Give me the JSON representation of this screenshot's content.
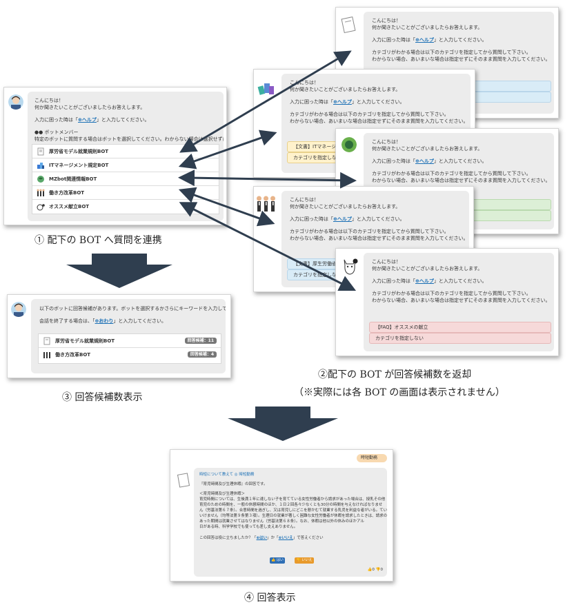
{
  "bot": {
    "greeting": "こんにちは！",
    "ask": "何か聞きたいことがございましたらお答えします。",
    "help_pre": "入力に困った時は「",
    "help_link": "⊕ヘルプ",
    "help_post": "」と入力してください。",
    "category_line1": "カテゴリがわかる場合は以下のカテゴリを指定してから質問して下さい。",
    "category_line2": "わからない場合、あいまいな場合は指定せずにそのまま質問を入力してください。",
    "members_label": "ボットメンバー",
    "members_desc": "特定のボットに質問する場合はボットを選択してください。わからない場合は選択せずに質問してください。"
  },
  "bot_list": [
    {
      "label": "厚労省モデル就業規則BOT",
      "icon": "document-icon"
    },
    {
      "label": "ITマネージメント規定BOT",
      "icon": "people-icon"
    },
    {
      "label": "MZbot関連情報BOT",
      "icon": "globe-icon"
    },
    {
      "label": "働き方改革BOT",
      "icon": "workers-icon"
    },
    {
      "label": "オススメ献立BOT",
      "icon": "cat-icon"
    }
  ],
  "candidates": {
    "intro": "以下のボットに回答候補があります。ボットを選択するかさらにキーワードを入力してください。",
    "end_pre": "会話を終了する場合は、「",
    "end_link": "⊕おわり",
    "end_post": "」と入力してください。",
    "items": [
      {
        "label": "厚労省モデル就業規則BOT",
        "badge": "回答候補：11",
        "icon": "document-icon"
      },
      {
        "label": "働き方改革BOT",
        "badge": "回答候補：4",
        "icon": "workers-icon"
      }
    ]
  },
  "sub_categories": {
    "it": "【文書】ITマネージ",
    "none_short": "カテゴリを指定しな",
    "labor": "【文書】厚生労働省",
    "none_short2": "カテゴリを指定しな",
    "faq": "【FAQ】オススメの献立",
    "none": "カテゴリを指定しない"
  },
  "answer": {
    "tag": "時短勤務",
    "query": "時短について教えて ◎ 時短勤務",
    "source": "『育児時間及び生理休暇』の回答です。",
    "heading": "＜育児時間及び生理休暇＞",
    "lines": [
      "育児時間については、生後満１年に達しない子を育てている女性労働者から請求があった場合は、授乳その他",
      "育児のための時間を、一般の休憩時間のほか、１日２回各々少なくとも30分の時間を与えなければなりませ",
      "ん（労基法第６７条）。合意時間を過ぎし、又は育児しにどこを懸かむて就業する乳児を利益な者がいる。ている",
      "いけません（均等法第９条第３項）。生理日の就業が著しく困難な女性労働者が休暇を請求したときは、請求の",
      "あった期間は就業させてはなりません（労基法第６８条）。なお、休暇は他以外の休みのほかアル",
      "日がある時、科学学校でも使っても差し支えありません。"
    ],
    "helpful_pre": "この回答は役に立ちましたか？「",
    "yes_link": "⊕はい",
    "mid": "」か「",
    "no_link": "⊕いいえ",
    "helpful_post": "」で答えください",
    "yes_btn": "👍 はい",
    "no_btn": "👎 いいえ",
    "votes": "👍0 👎0"
  },
  "captions": {
    "step1": "①  配下の BOT へ質問を連携",
    "step2": "②配下の BOT が回答候補数を返却",
    "step2_note": "（※実際には各 BOT の画面は表示されません）",
    "step3": "③   回答候補数表示",
    "step4": "④   回答表示"
  },
  "colors": {
    "arrow": "#2f3e4f",
    "link": "#1a6fb5",
    "yellow_cat": "#fff2cc",
    "blue_cat": "#d9ecf7",
    "green_cat": "#dcefd6",
    "pink_cat": "#f6d9d9"
  }
}
